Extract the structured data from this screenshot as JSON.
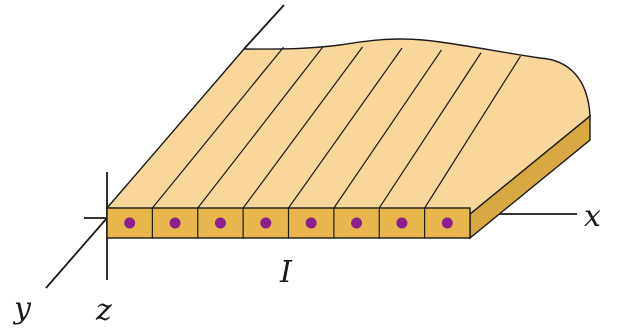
{
  "diagram": {
    "labels": {
      "x_axis": "x",
      "y_axis": "y",
      "z_axis": "z",
      "current": "I"
    },
    "wire_count": 8,
    "colors": {
      "sheet_top": "#f9d79b",
      "sheet_front": "#e8b64c",
      "sheet_side": "#d9a843",
      "outline": "#1a1a1a",
      "current_dot": "#8b1f8f",
      "background": "#ffffff"
    }
  }
}
